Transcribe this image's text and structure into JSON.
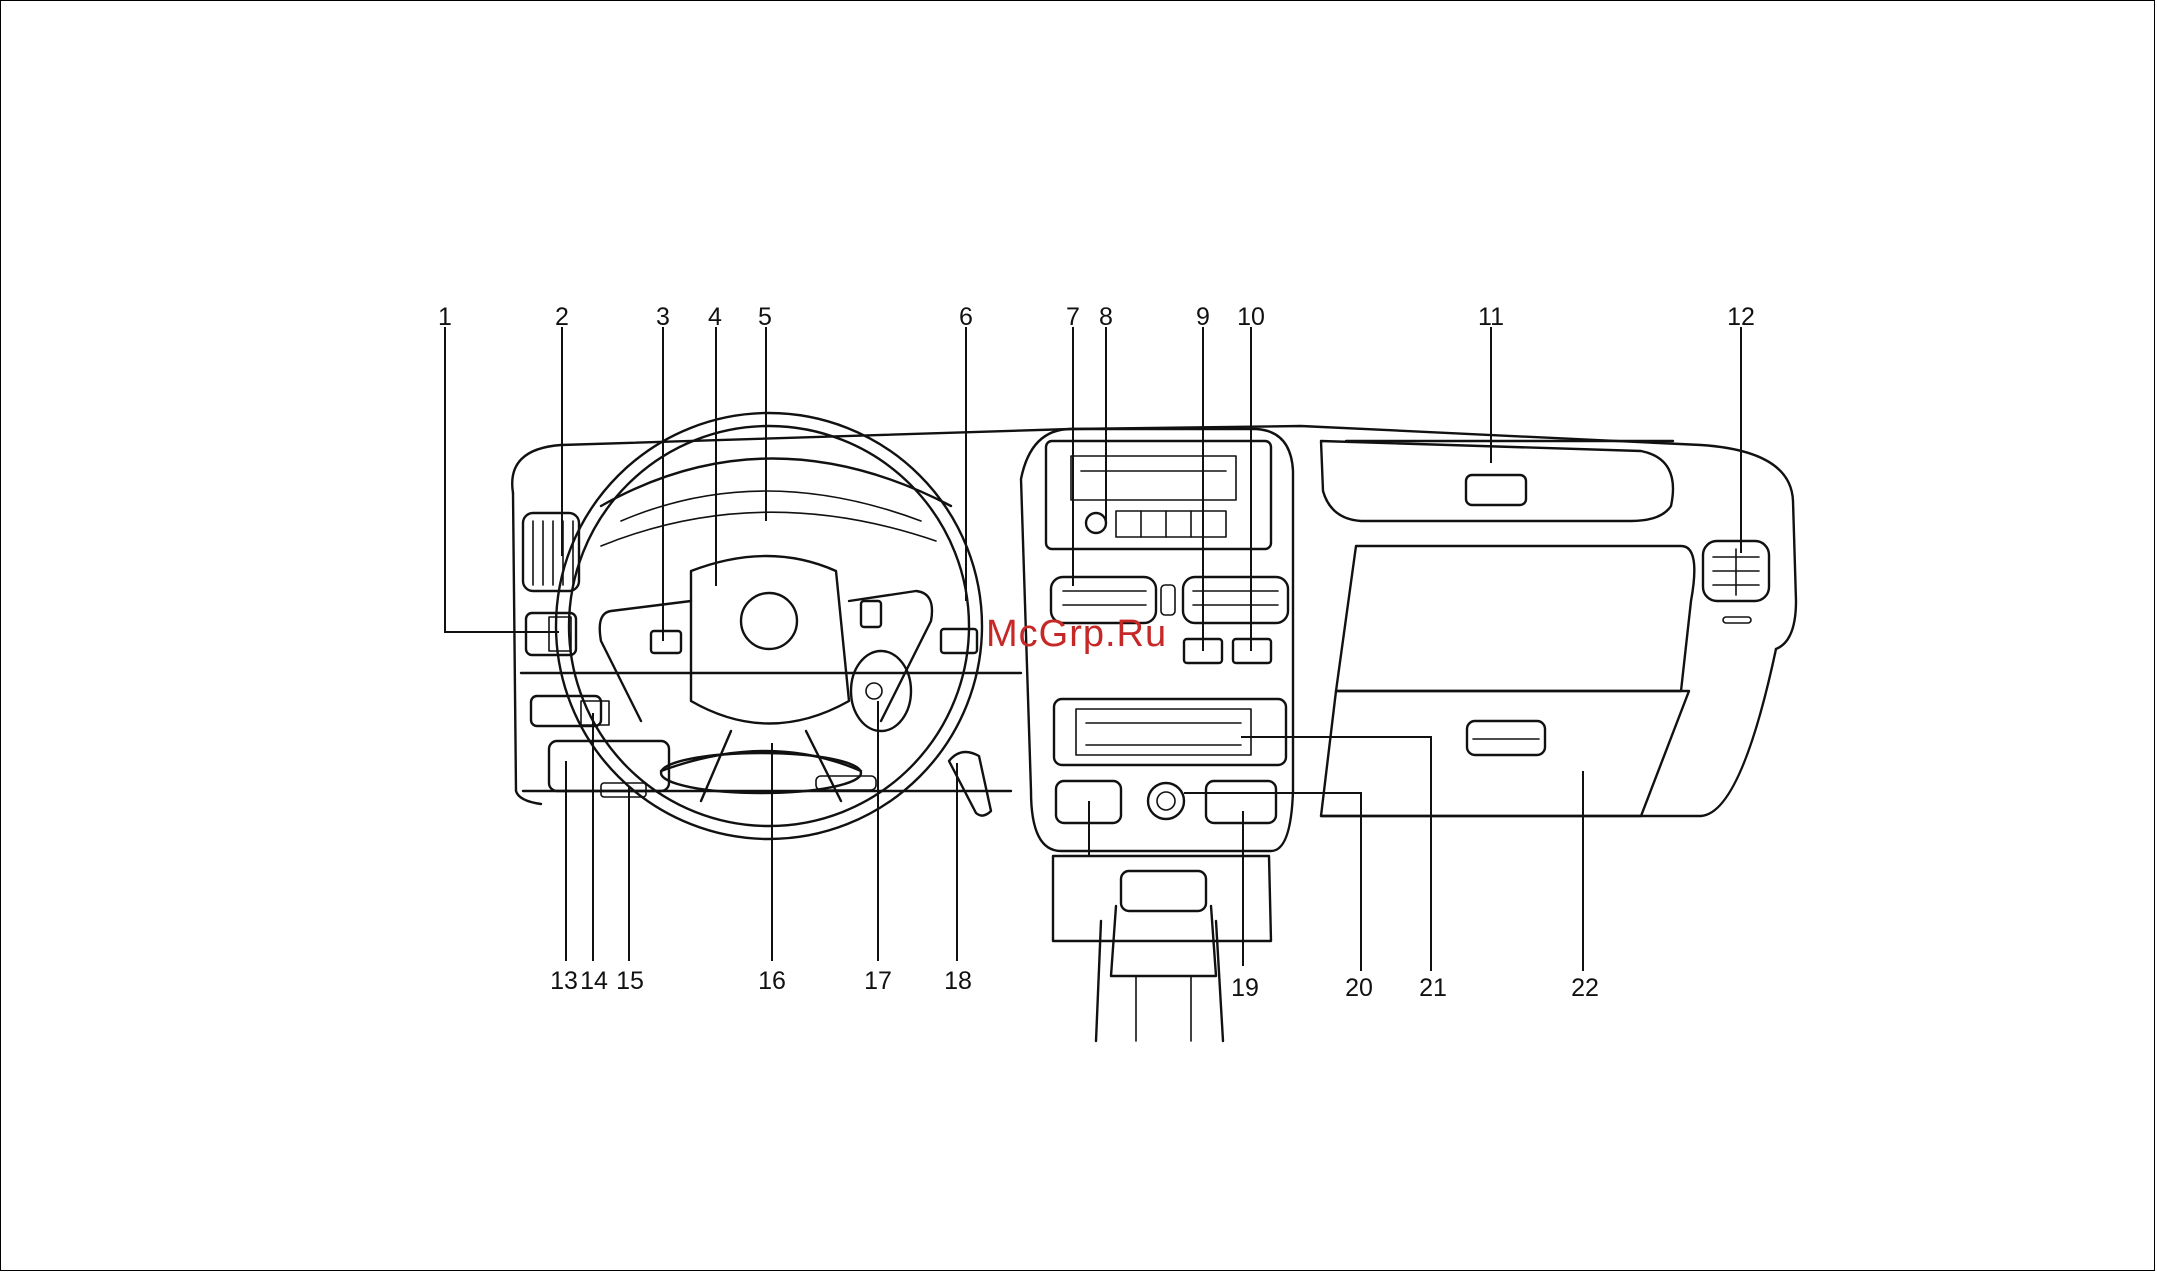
{
  "watermark": "McGrp.Ru",
  "callouts": [
    {
      "id": "1",
      "label": "1"
    },
    {
      "id": "2",
      "label": "2"
    },
    {
      "id": "3",
      "label": "3"
    },
    {
      "id": "4",
      "label": "4"
    },
    {
      "id": "5",
      "label": "5"
    },
    {
      "id": "6",
      "label": "6"
    },
    {
      "id": "7",
      "label": "7"
    },
    {
      "id": "8",
      "label": "8"
    },
    {
      "id": "9",
      "label": "9"
    },
    {
      "id": "10",
      "label": "10"
    },
    {
      "id": "11",
      "label": "11"
    },
    {
      "id": "12",
      "label": "12"
    },
    {
      "id": "13",
      "label": "13"
    },
    {
      "id": "14",
      "label": "14"
    },
    {
      "id": "15",
      "label": "15"
    },
    {
      "id": "16",
      "label": "16"
    },
    {
      "id": "17",
      "label": "17"
    },
    {
      "id": "18",
      "label": "18"
    },
    {
      "id": "19",
      "label": "19"
    },
    {
      "id": "20",
      "label": "20"
    },
    {
      "id": "21",
      "label": "21"
    },
    {
      "id": "22",
      "label": "22"
    }
  ]
}
